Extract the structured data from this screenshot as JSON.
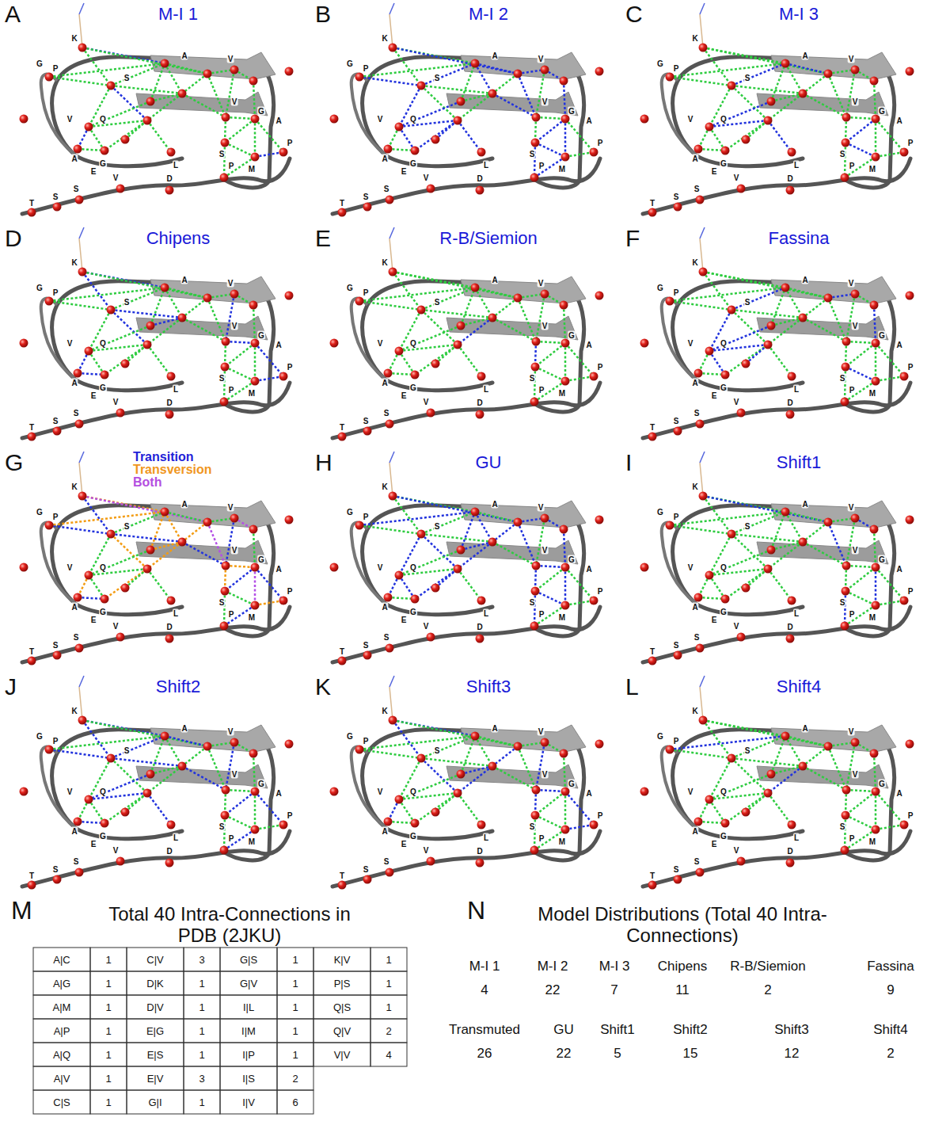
{
  "diagram": {
    "labels": [
      "A",
      "M-I 1",
      "K",
      "G",
      "P",
      "S",
      "A",
      "V",
      "V",
      "G",
      "A",
      "P",
      "M",
      "S",
      "P",
      "L",
      "E",
      "V",
      "Q",
      "A",
      "G",
      "T",
      "S",
      "S",
      "V",
      "D",
      "B",
      "M-I 2",
      "K",
      "G",
      "P",
      "S",
      "A",
      "V",
      "V",
      "G",
      "A",
      "P",
      "M",
      "S",
      "P",
      "L",
      "E",
      "V",
      "Q",
      "A",
      "G",
      "T",
      "S",
      "S",
      "V",
      "D",
      "C",
      "M-I 3",
      "K",
      "G",
      "P",
      "S",
      "A",
      "V",
      "V",
      "G",
      "A",
      "P",
      "M",
      "S",
      "P",
      "L",
      "E",
      "V",
      "Q",
      "A",
      "G",
      "T",
      "S",
      "S",
      "V",
      "D",
      "D",
      "Chipens",
      "K",
      "G",
      "P",
      "S",
      "A",
      "V",
      "V",
      "G",
      "A",
      "P",
      "M",
      "S",
      "P",
      "L",
      "E",
      "V",
      "Q",
      "A",
      "G",
      "T",
      "S",
      "S",
      "V",
      "D",
      "E",
      "R-B/Siemion",
      "K",
      "G",
      "P",
      "S",
      "A",
      "V",
      "V",
      "G",
      "A",
      "P",
      "M",
      "S",
      "P",
      "L",
      "E",
      "V",
      "Q",
      "A",
      "G",
      "T",
      "S",
      "S",
      "V",
      "D",
      "F",
      "Fassina",
      "K",
      "G",
      "P",
      "S",
      "A",
      "V",
      "V",
      "G",
      "A",
      "P",
      "M",
      "S",
      "P",
      "L",
      "E",
      "V",
      "Q",
      "A",
      "G",
      "T",
      "S",
      "S",
      "V",
      "D",
      "G",
      "K",
      "G",
      "P",
      "S",
      "A",
      "V",
      "V",
      "G",
      "A",
      "P",
      "M",
      "S",
      "P",
      "L",
      "E",
      "V",
      "Q",
      "A",
      "G",
      "T",
      "S",
      "S",
      "V",
      "D",
      "H",
      "GU",
      "K",
      "G",
      "P",
      "S",
      "A",
      "V",
      "V",
      "G",
      "A",
      "P",
      "M",
      "S",
      "P",
      "L",
      "E",
      "V",
      "Q",
      "A",
      "G",
      "T",
      "S",
      "S",
      "V",
      "D",
      "I",
      "Shift1",
      "K",
      "G",
      "P",
      "S",
      "A",
      "V",
      "V",
      "G",
      "A",
      "P",
      "M",
      "S",
      "P",
      "L",
      "E",
      "V",
      "Q",
      "A",
      "G",
      "T",
      "S",
      "S",
      "V",
      "D",
      "J",
      "Shift2",
      "K",
      "G",
      "P",
      "S",
      "A",
      "V",
      "V",
      "G",
      "A",
      "P",
      "M",
      "S",
      "P",
      "L",
      "E",
      "V",
      "Q",
      "A",
      "G",
      "T",
      "S",
      "S",
      "V",
      "D",
      "K",
      "Shift3",
      "K",
      "G",
      "P",
      "S",
      "A",
      "V",
      "V",
      "G",
      "A",
      "P",
      "M",
      "S",
      "P",
      "L",
      "E",
      "V",
      "Q",
      "A",
      "G",
      "T",
      "S",
      "S",
      "V",
      "D",
      "L",
      "Shift4",
      "K",
      "G",
      "P",
      "S",
      "A",
      "V",
      "V",
      "G",
      "A",
      "P",
      "M",
      "S",
      "P",
      "L",
      "E",
      "V",
      "Q",
      "A",
      "G",
      "T",
      "S",
      "S",
      "V",
      "D",
      "M",
      "Total 40 Intra-Connections in PDB (2JKU)",
      "A|C",
      "1",
      "C|V",
      "3",
      "G|S",
      "1",
      "K|V",
      "1",
      "A|G",
      "1",
      "D|K",
      "1",
      "G|V",
      "1",
      "P|S",
      "1",
      "A|M",
      "1",
      "D|V",
      "1",
      "I|L",
      "1",
      "Q|S",
      "1",
      "A|P",
      "1",
      "E|G",
      "1",
      "I|M",
      "1",
      "Q|V",
      "2",
      "A|Q",
      "1",
      "E|S",
      "1",
      "I|P",
      "1",
      "V|V",
      "4",
      "A|V",
      "1",
      "E|V",
      "3",
      "I|S",
      "2",
      "C|S",
      "1",
      "G|I",
      "1",
      "I|V",
      "6",
      "N",
      "Model Distributions (Total 40 Intra-Connections)",
      "M-I 1",
      "M-I 2",
      "M-I 3",
      "Chipens",
      "R-B/Siemion",
      "Fassina",
      "4",
      "22",
      "7",
      "11",
      "2",
      "9",
      "Transmuted",
      "GU",
      "Shift1",
      "Shift2",
      "Shift3",
      "Shift4",
      "26",
      "22",
      "5",
      "15",
      "12",
      "2"
    ],
    "legend": [
      {
        "text": "Transition",
        "color": "#1f22d8"
      },
      {
        "text": "Transversion",
        "color": "#f0961e"
      },
      {
        "text": "Both",
        "color": "#b44fe0"
      }
    ]
  }
}
